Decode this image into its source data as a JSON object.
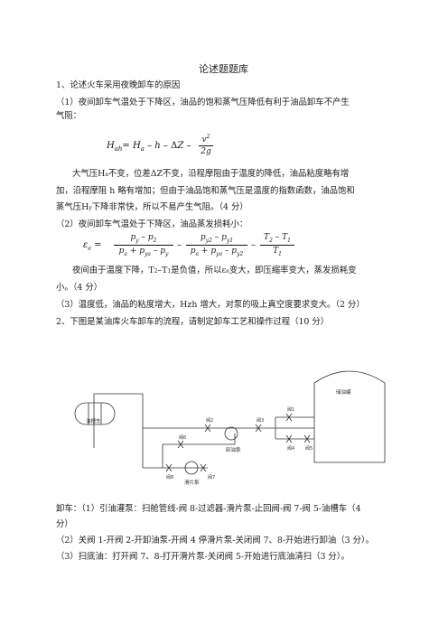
{
  "title": "论述题题库",
  "q1": {
    "heading": "1、论述火车采用夜晚卸车的原因",
    "p1a": "（1）夜间卸车气温处于下降区，油品的饱和蒸气压降低有利于油品卸车不产生",
    "p1b": "气阻：",
    "eq1": "H",
    "p2a": "大气压H",
    "p2a2": "不变，位差ΔZ不变，沿程摩阻由于温度的降低，油品粘度略有增",
    "p2b": "加，沿程摩阻 h 略有增加；但由于油品饱和蒸气压是温度的指数函数，油品饱和",
    "p2c": "蒸气压H",
    "p2c2": "下降非常快，所以不易产生气阻。（4 分）",
    "p3": "（2）夜间卸车气温处于下降区，油品蒸发损耗小：",
    "p4a": "夜间由于温度下降，T",
    "p4a2": "是负值，所以ε",
    "p4a3": "变大，即压缩率变大，蒸发损耗变",
    "p4b": "小。（4 分）",
    "p5": "（3）温度低，油品的粘度增大，Hzh 增大，对泵的吸上真空度要求变大。（2 分）"
  },
  "q2": {
    "heading": "2、下图是某油库火车卸车的流程，请制定卸车工艺和操作过程（10 分）",
    "diagram": {
      "tank_car": "油槽车",
      "storage_tank": "储油罐",
      "main_pump": "卸油泵",
      "strip_pump": "滑片泵",
      "valve1": "阀1",
      "valve2": "阀2",
      "valve3": "阀3",
      "valve4": "阀4",
      "valve5": "阀5",
      "valve6": "阀6",
      "valve7": "阀7",
      "valve8": "阀8"
    },
    "a1a": "卸车：（1）引油灌泵：扫舱管线-阀 8-过滤器-滑片泵-止回阀-阀 7-阀 5-油槽车（4",
    "a1b": "分）",
    "a2": "（2）关阀 1-开阀 2-开卸油泵-开阀 4 停滑片泵-关闭阀 7、8-开始进行卸油（3 分）。",
    "a3": "（3）扫底油：打开阀 7、8-打开滑片泵-关闭阀 5-开始进行底油清扫（3 分）。"
  }
}
